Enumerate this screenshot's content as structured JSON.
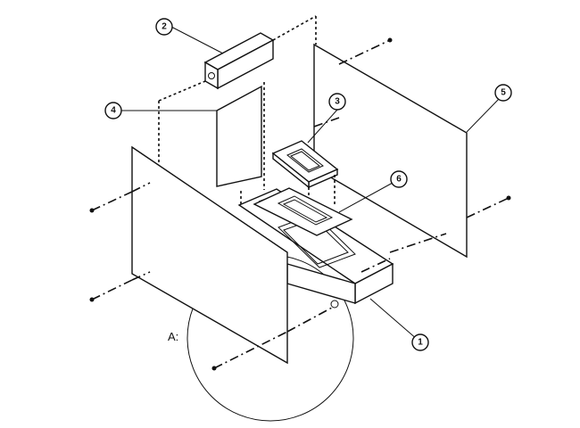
{
  "balloons": [
    {
      "id": "b1",
      "label": "1"
    },
    {
      "id": "b2",
      "label": "2"
    },
    {
      "id": "b3",
      "label": "3"
    },
    {
      "id": "b4",
      "label": "4"
    },
    {
      "id": "b5",
      "label": "5"
    },
    {
      "id": "b6",
      "label": "6"
    }
  ],
  "view_label": "A:"
}
